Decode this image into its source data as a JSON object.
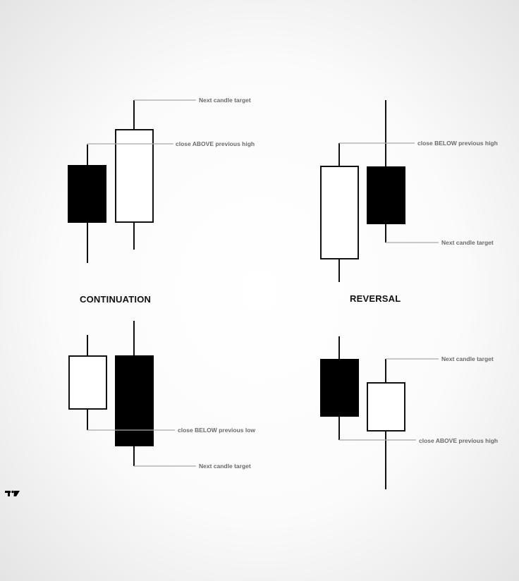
{
  "headings": {
    "continuation": "CONTINUATION",
    "reversal": "REVERSAL"
  },
  "panels": [
    {
      "id": "continuation-bullish",
      "section": "continuation",
      "candles": [
        {
          "color": "black"
        },
        {
          "color": "white"
        }
      ],
      "annotations": [
        {
          "text": "Next candle target"
        },
        {
          "text": "close ABOVE previous high"
        }
      ]
    },
    {
      "id": "reversal-bearish",
      "section": "reversal",
      "candles": [
        {
          "color": "white"
        },
        {
          "color": "black"
        }
      ],
      "annotations": [
        {
          "text": "close BELOW previous high"
        },
        {
          "text": "Next candle target"
        }
      ]
    },
    {
      "id": "continuation-bearish",
      "section": "continuation",
      "candles": [
        {
          "color": "white"
        },
        {
          "color": "black"
        }
      ],
      "annotations": [
        {
          "text": "close BELOW previous low"
        },
        {
          "text": "Next candle target"
        }
      ]
    },
    {
      "id": "reversal-bullish",
      "section": "reversal",
      "candles": [
        {
          "color": "black"
        },
        {
          "color": "white"
        }
      ],
      "annotations": [
        {
          "text": "Next candle target"
        },
        {
          "text": "close ABOVE previous high"
        }
      ]
    }
  ],
  "logo": {
    "icon": "tradingview-logo-icon",
    "text": "TV"
  },
  "colors": {
    "bearish_body": "#000000",
    "bullish_body": "#ffffff",
    "wick": "#111111",
    "leader_line": "#a8a8a8",
    "annotation_text": "#6a6a6a"
  }
}
